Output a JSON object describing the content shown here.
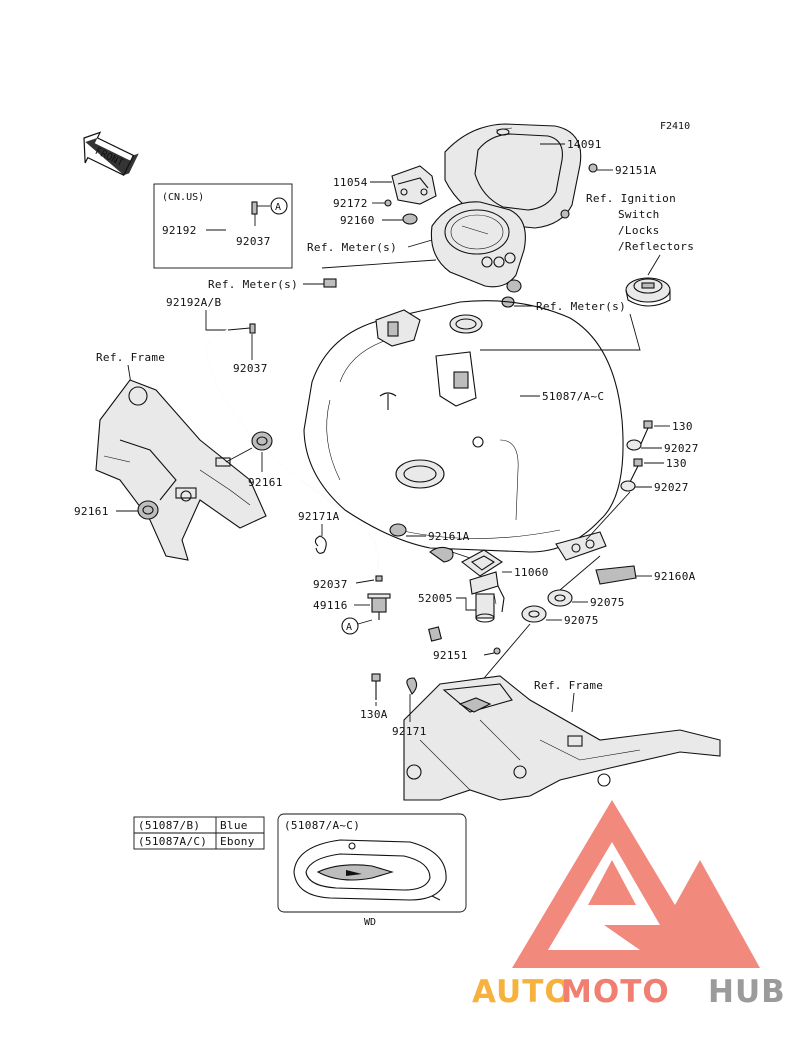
{
  "figure_id": "F2410",
  "front_arrow": "FRONT",
  "region_note": "(CN.US)",
  "parts": {
    "p14091": "14091",
    "p92151A": "92151A",
    "p11054": "11054",
    "p92172": "92172",
    "p92160": "92160",
    "p92192AB": "92192A/B",
    "p92037_top": "92037",
    "p51087": "51087/A~C",
    "p130_a": "130",
    "p92027_a": "92027",
    "p130_b": "130",
    "p92027_b": "92027",
    "p92161_a": "92161",
    "p92161_b": "92161",
    "p92171A": "92171A",
    "p92161A": "92161A",
    "p11060": "11060",
    "p92037_mid": "92037",
    "p52005": "52005",
    "p49116": "49116",
    "p92160A": "92160A",
    "p92075_a": "92075",
    "p92075_b": "92075",
    "p92151": "92151",
    "p130A": "130A",
    "p92171": "92171",
    "p92192": "92192",
    "p92037_inset": "92037"
  },
  "refs": {
    "ignition_1": "Ref. Ignition",
    "ignition_2": "Switch",
    "ignition_3": "/Locks",
    "ignition_4": "/Reflectors",
    "meter_a": "Ref. Meter(s)",
    "meter_b": "Ref. Meter(s)",
    "meter_c": "Ref. Meter(s)",
    "frame_a": "Ref. Frame",
    "frame_b": "Ref. Frame"
  },
  "callout_letter": "A",
  "color_table": {
    "rows": [
      {
        "code": "(51087/B)",
        "color": "Blue"
      },
      {
        "code": "(51087A/C)",
        "color": "Ebony"
      }
    ]
  },
  "inset": {
    "title": "(51087/A~C)",
    "caption": "WD"
  },
  "watermark": {
    "word_auto": "AUTO",
    "word_moto": "MOTO",
    "word_hub": "HUB",
    "color_auto": "#f6b23e",
    "color_moto": "#f07f72",
    "color_hub": "#9b9b9b",
    "logo_color": "#f07f72"
  }
}
